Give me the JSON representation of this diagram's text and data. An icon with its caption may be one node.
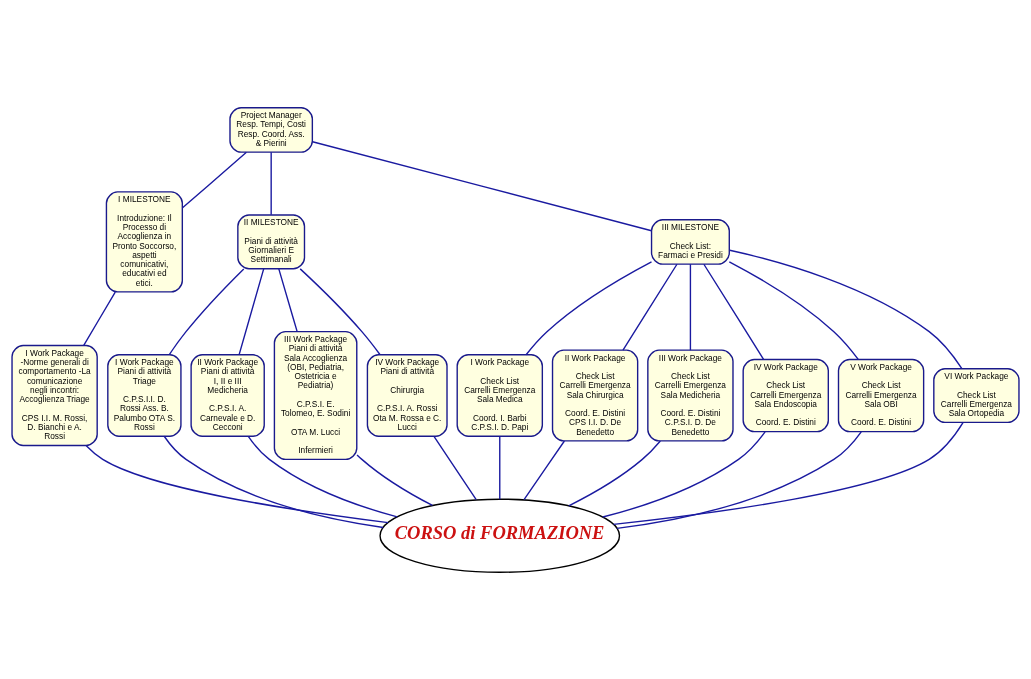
{
  "diagram": {
    "nodes": [
      {
        "text": [
          "Project Manager Resp. Tempi, Costi Resp. Coord. Ass. & Pierini"
        ]
      },
      {
        "text": [
          "I MILESTONE",
          "Introduzione: Il Processo di Accoglienza in Pronto Soccorso, aspetti comunicativi, educativi ed etici."
        ]
      },
      {
        "text": [
          "II MILESTONE",
          "Piani di attività Giornalieri E Settimanali"
        ]
      },
      {
        "text": [
          "III MILESTONE",
          "Check List: Farmaci e Presidi"
        ]
      },
      {
        "text": [
          "I Work Package -Norme generali di comportamento -La comunicazione negli incontri: Accoglienza Triage",
          "CPS I.I. M. Rossi, D. Bianchi e A. Rossi"
        ]
      },
      {
        "text": [
          "I Work Package Piani di attività Triage",
          "C.P.S.I.I. D. Rossi Ass. B. Palumbo OTA S. Rossi"
        ]
      },
      {
        "text": [
          "II Work Package Piani di attività I, II e III Medicheria",
          "C.P.S.I. A. Carnevale e D. Cecconi"
        ]
      },
      {
        "text": [
          "III Work Package Piani di attività Sala Accoglienza (OBI, Pediatria, Ostetricia e Pediatria)",
          "C.P.S.I. E. Tolomeo, E. Sodini",
          "OTA M. Lucci",
          "Infermieri"
        ]
      },
      {
        "text": [
          "IV Work Package Piani di attività",
          "Chirurgia",
          "C.P.S.I. A. Rossi Ota M. Rossa e C. Lucci"
        ]
      },
      {
        "text": [
          "I Work Package",
          "Check List Carrelli Emergenza Sala Medica",
          "Coord. I. Barbi C.P.S.I. D. Papi"
        ]
      },
      {
        "text": [
          "II Work Package",
          "Check List Carrelli Emergenza Sala Chirurgica",
          "Coord. E. Distini CPS I.I. D. De Benedetto"
        ]
      },
      {
        "text": [
          "III Work Package",
          "Check List Carrelli Emergenza Sala Medicheria",
          "Coord. E. Distini C.P.S.I. D. De Benedetto"
        ]
      },
      {
        "text": [
          "IV Work Package",
          "Check List Carrelli Emergenza Sala Endoscopia",
          "Coord. E. Distini"
        ]
      },
      {
        "text": [
          "V Work Package",
          "Check List Carrelli Emergenza Sala OBI",
          "Coord. E. Distini"
        ]
      },
      {
        "text": [
          "VI Work Package",
          "Check List Carrelli Emergenza Sala Ortopedia"
        ]
      },
      {
        "text": [
          "CORSO di FORMAZIONE"
        ]
      }
    ],
    "edges": [
      {
        "from": 0,
        "to": 1,
        "arrow": "none"
      },
      {
        "from": 0,
        "to": 2,
        "arrow": "none"
      },
      {
        "from": 0,
        "to": 3,
        "arrow": "none"
      },
      {
        "from": 1,
        "to": 4,
        "arrow": "none"
      },
      {
        "from": 2,
        "to": 5,
        "arrow": "none"
      },
      {
        "from": 2,
        "to": 6,
        "arrow": "none"
      },
      {
        "from": 2,
        "to": 7,
        "arrow": "none"
      },
      {
        "from": 2,
        "to": 8,
        "arrow": "none"
      },
      {
        "from": 3,
        "to": 9,
        "arrow": "none"
      },
      {
        "from": 3,
        "to": 10,
        "arrow": "none"
      },
      {
        "from": 3,
        "to": 11,
        "arrow": "none"
      },
      {
        "from": 3,
        "to": 12,
        "arrow": "none"
      },
      {
        "from": 3,
        "to": 13,
        "arrow": "none"
      },
      {
        "from": 3,
        "to": 14,
        "arrow": "none"
      },
      {
        "from": 4,
        "to": 15,
        "arrow": "none"
      },
      {
        "from": 5,
        "to": 15,
        "arrow": "none"
      },
      {
        "from": 6,
        "to": 15,
        "arrow": "none"
      },
      {
        "from": 7,
        "to": 15,
        "arrow": "none"
      },
      {
        "from": 8,
        "to": 15,
        "arrow": "none"
      },
      {
        "from": 9,
        "to": 15,
        "arrow": "none"
      },
      {
        "from": 10,
        "to": 15,
        "arrow": "none"
      },
      {
        "from": 11,
        "to": 15,
        "arrow": "none"
      },
      {
        "from": 12,
        "to": 15,
        "arrow": "none"
      },
      {
        "from": 13,
        "to": 15,
        "arrow": "none"
      },
      {
        "from": 14,
        "to": 15,
        "arrow": "none"
      }
    ]
  }
}
